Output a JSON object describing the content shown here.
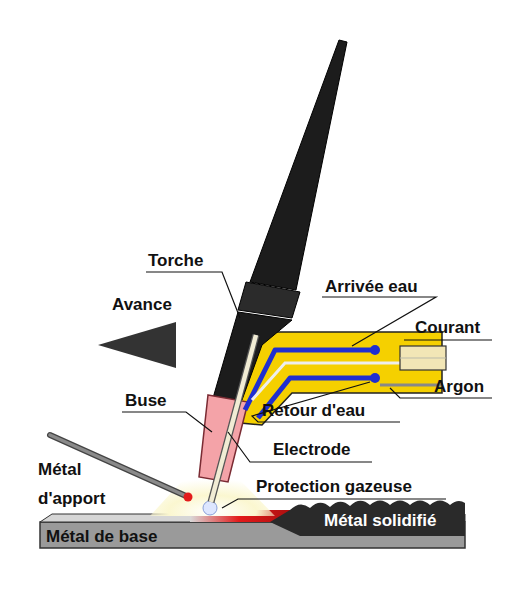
{
  "diagram": {
    "labels": [
      "Torche",
      "Avance",
      "Arrivée eau",
      "Courant",
      "Argon",
      "Retour d'eau",
      "Buse",
      "Electrode",
      "Métal d'apport",
      "Protection gazeuse",
      "Métal de base",
      "Métal solidifié"
    ]
  }
}
